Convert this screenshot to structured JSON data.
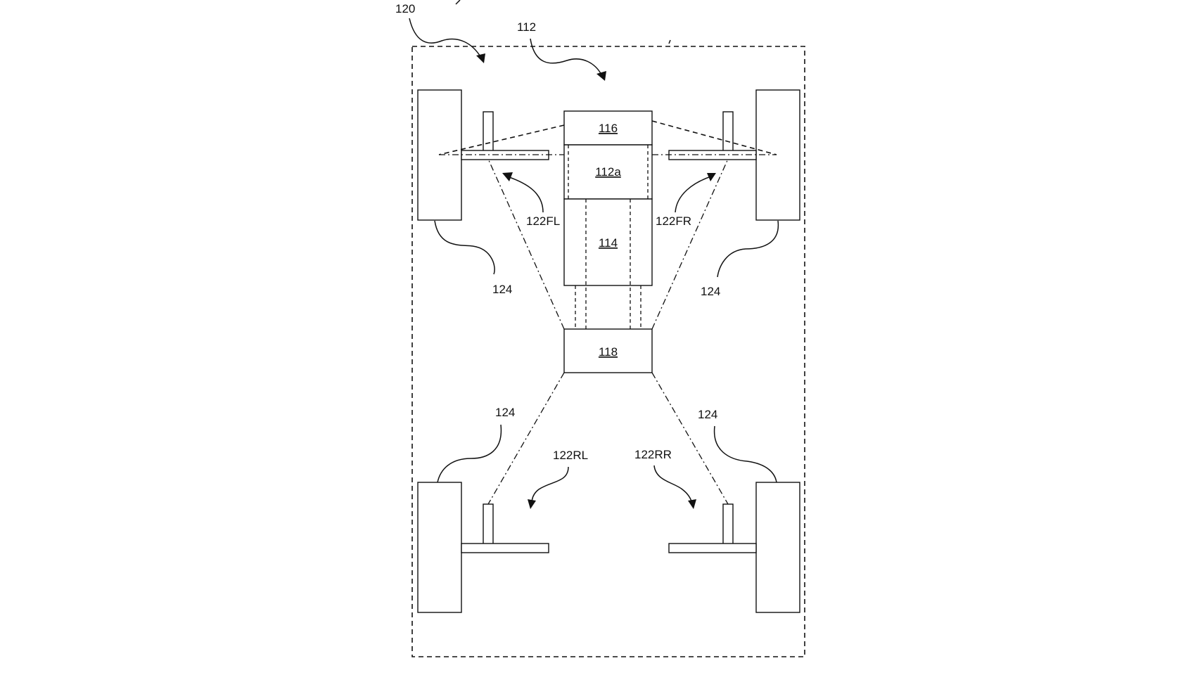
{
  "figure": {
    "system_label": "120",
    "system_detail_label": "112",
    "components": {
      "box_116": "116",
      "box_112a": "112a",
      "box_114": "114",
      "box_118": "118"
    },
    "corner_labels": {
      "front_left": "122FL",
      "front_right": "122FR",
      "rear_left": "122RL",
      "rear_right": "122RR"
    },
    "wheel_labels": {
      "front_left": "124",
      "front_right": "124",
      "rear_left": "124",
      "rear_right": "124"
    },
    "colors": {
      "line": "#111111",
      "background": "#ffffff"
    }
  }
}
